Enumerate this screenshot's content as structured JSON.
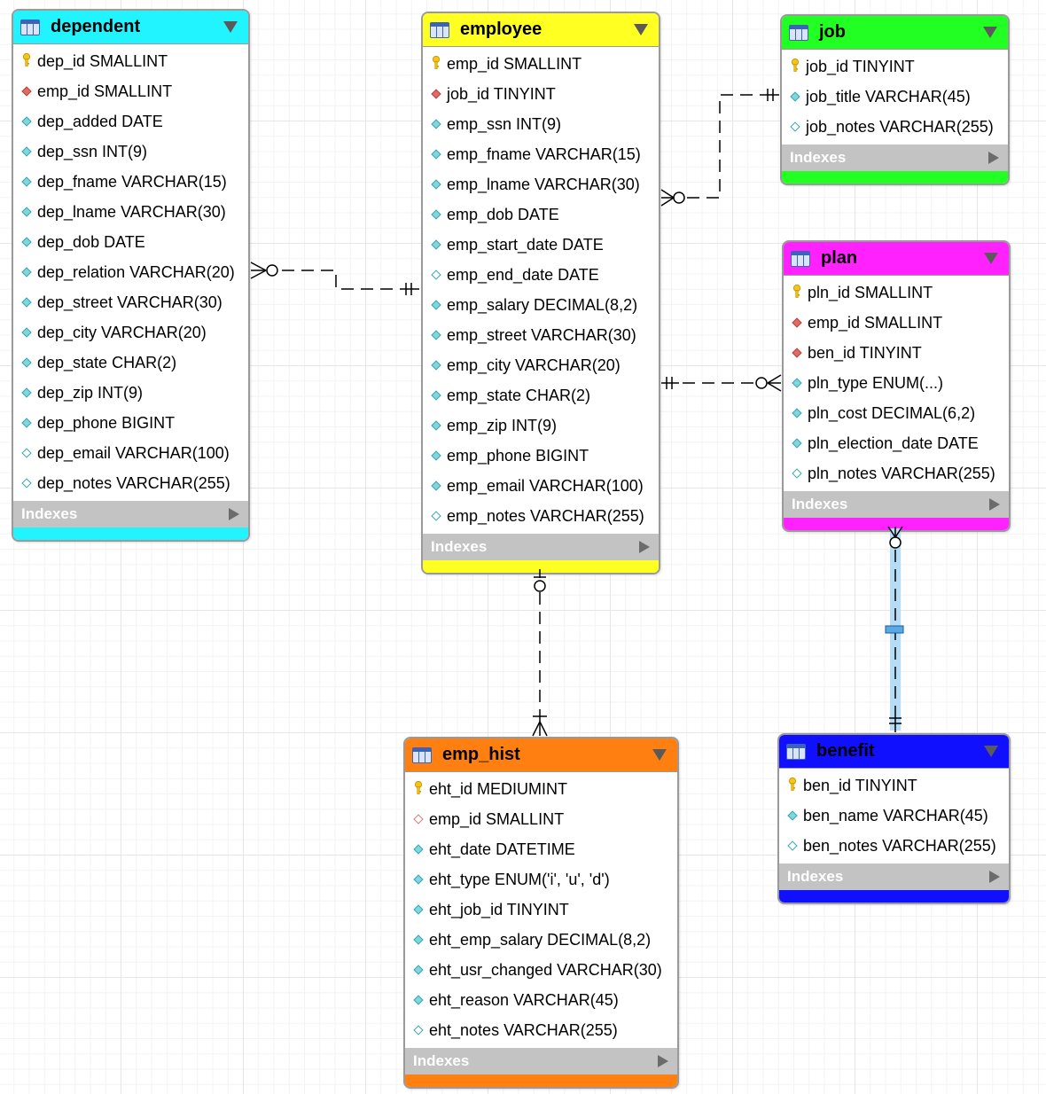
{
  "indexes_label": "Indexes",
  "tables": [
    {
      "id": "dependent",
      "name": "dependent",
      "color": "#22f4ff",
      "columns": [
        {
          "name": "dep_id SMALLINT",
          "icon": "primary-key-icon"
        },
        {
          "name": "emp_id SMALLINT",
          "icon": "foreign-key-icon"
        },
        {
          "name": "dep_added DATE",
          "icon": "not-null-column-icon"
        },
        {
          "name": "dep_ssn INT(9)",
          "icon": "not-null-column-icon"
        },
        {
          "name": "dep_fname VARCHAR(15)",
          "icon": "not-null-column-icon"
        },
        {
          "name": "dep_lname VARCHAR(30)",
          "icon": "not-null-column-icon"
        },
        {
          "name": "dep_dob DATE",
          "icon": "not-null-column-icon"
        },
        {
          "name": "dep_relation VARCHAR(20)",
          "icon": "not-null-column-icon"
        },
        {
          "name": "dep_street VARCHAR(30)",
          "icon": "not-null-column-icon"
        },
        {
          "name": "dep_city VARCHAR(20)",
          "icon": "not-null-column-icon"
        },
        {
          "name": "dep_state CHAR(2)",
          "icon": "not-null-column-icon"
        },
        {
          "name": "dep_zip INT(9)",
          "icon": "not-null-column-icon"
        },
        {
          "name": "dep_phone BIGINT",
          "icon": "not-null-column-icon"
        },
        {
          "name": "dep_email VARCHAR(100)",
          "icon": "nullable-column-icon"
        },
        {
          "name": "dep_notes VARCHAR(255)",
          "icon": "nullable-column-icon"
        }
      ]
    },
    {
      "id": "employee",
      "name": "employee",
      "color": "#ffff22",
      "columns": [
        {
          "name": "emp_id SMALLINT",
          "icon": "primary-key-icon"
        },
        {
          "name": "job_id TINYINT",
          "icon": "foreign-key-icon"
        },
        {
          "name": "emp_ssn INT(9)",
          "icon": "not-null-column-icon"
        },
        {
          "name": "emp_fname VARCHAR(15)",
          "icon": "not-null-column-icon"
        },
        {
          "name": "emp_lname VARCHAR(30)",
          "icon": "not-null-column-icon"
        },
        {
          "name": "emp_dob DATE",
          "icon": "not-null-column-icon"
        },
        {
          "name": "emp_start_date DATE",
          "icon": "not-null-column-icon"
        },
        {
          "name": "emp_end_date DATE",
          "icon": "nullable-column-icon"
        },
        {
          "name": "emp_salary DECIMAL(8,2)",
          "icon": "not-null-column-icon"
        },
        {
          "name": "emp_street VARCHAR(30)",
          "icon": "not-null-column-icon"
        },
        {
          "name": "emp_city VARCHAR(20)",
          "icon": "not-null-column-icon"
        },
        {
          "name": "emp_state CHAR(2)",
          "icon": "not-null-column-icon"
        },
        {
          "name": "emp_zip INT(9)",
          "icon": "not-null-column-icon"
        },
        {
          "name": "emp_phone BIGINT",
          "icon": "not-null-column-icon"
        },
        {
          "name": "emp_email VARCHAR(100)",
          "icon": "not-null-column-icon"
        },
        {
          "name": "emp_notes VARCHAR(255)",
          "icon": "nullable-column-icon"
        }
      ]
    },
    {
      "id": "job",
      "name": "job",
      "color": "#22ff22",
      "columns": [
        {
          "name": "job_id TINYINT",
          "icon": "primary-key-icon"
        },
        {
          "name": "job_title VARCHAR(45)",
          "icon": "not-null-column-icon"
        },
        {
          "name": "job_notes VARCHAR(255)",
          "icon": "nullable-column-icon"
        }
      ]
    },
    {
      "id": "plan",
      "name": "plan",
      "color": "#ff22ff",
      "columns": [
        {
          "name": "pln_id SMALLINT",
          "icon": "primary-key-icon"
        },
        {
          "name": "emp_id SMALLINT",
          "icon": "foreign-key-icon"
        },
        {
          "name": "ben_id TINYINT",
          "icon": "foreign-key-icon"
        },
        {
          "name": "pln_type ENUM(...)",
          "icon": "not-null-column-icon"
        },
        {
          "name": "pln_cost DECIMAL(6,2)",
          "icon": "not-null-column-icon"
        },
        {
          "name": "pln_election_date DATE",
          "icon": "not-null-column-icon"
        },
        {
          "name": "pln_notes VARCHAR(255)",
          "icon": "nullable-column-icon"
        }
      ]
    },
    {
      "id": "emp_hist",
      "name": "emp_hist",
      "color": "#ff8010",
      "columns": [
        {
          "name": "eht_id MEDIUMINT",
          "icon": "primary-key-icon"
        },
        {
          "name": "emp_id SMALLINT",
          "icon": "nullable-foreign-key-icon"
        },
        {
          "name": "eht_date DATETIME",
          "icon": "not-null-column-icon"
        },
        {
          "name": "eht_type ENUM('i', 'u', 'd')",
          "icon": "not-null-column-icon"
        },
        {
          "name": "eht_job_id TINYINT",
          "icon": "not-null-column-icon"
        },
        {
          "name": "eht_emp_salary DECIMAL(8,2)",
          "icon": "not-null-column-icon"
        },
        {
          "name": "eht_usr_changed VARCHAR(30)",
          "icon": "not-null-column-icon"
        },
        {
          "name": "eht_reason VARCHAR(45)",
          "icon": "not-null-column-icon"
        },
        {
          "name": "eht_notes VARCHAR(255)",
          "icon": "nullable-column-icon"
        }
      ]
    },
    {
      "id": "benefit",
      "name": "benefit",
      "color": "#1010ff",
      "columns": [
        {
          "name": "ben_id TINYINT",
          "icon": "primary-key-icon"
        },
        {
          "name": "ben_name VARCHAR(45)",
          "icon": "not-null-column-icon"
        },
        {
          "name": "ben_notes VARCHAR(255)",
          "icon": "nullable-column-icon"
        }
      ]
    }
  ],
  "relationships": [
    {
      "from": "employee",
      "to": "dependent",
      "from_card": "one-and-only-one",
      "to_card": "zero-or-many",
      "identifying": false
    },
    {
      "from": "job",
      "to": "employee",
      "from_card": "one-and-only-one",
      "to_card": "zero-or-many",
      "identifying": false
    },
    {
      "from": "employee",
      "to": "plan",
      "from_card": "one-and-only-one",
      "to_card": "zero-or-many",
      "identifying": false
    },
    {
      "from": "employee",
      "to": "emp_hist",
      "from_card": "zero-or-one",
      "to_card": "one-or-many",
      "identifying": false
    },
    {
      "from": "benefit",
      "to": "plan",
      "from_card": "one-and-only-one",
      "to_card": "zero-or-many",
      "identifying": false,
      "selected": true
    }
  ]
}
